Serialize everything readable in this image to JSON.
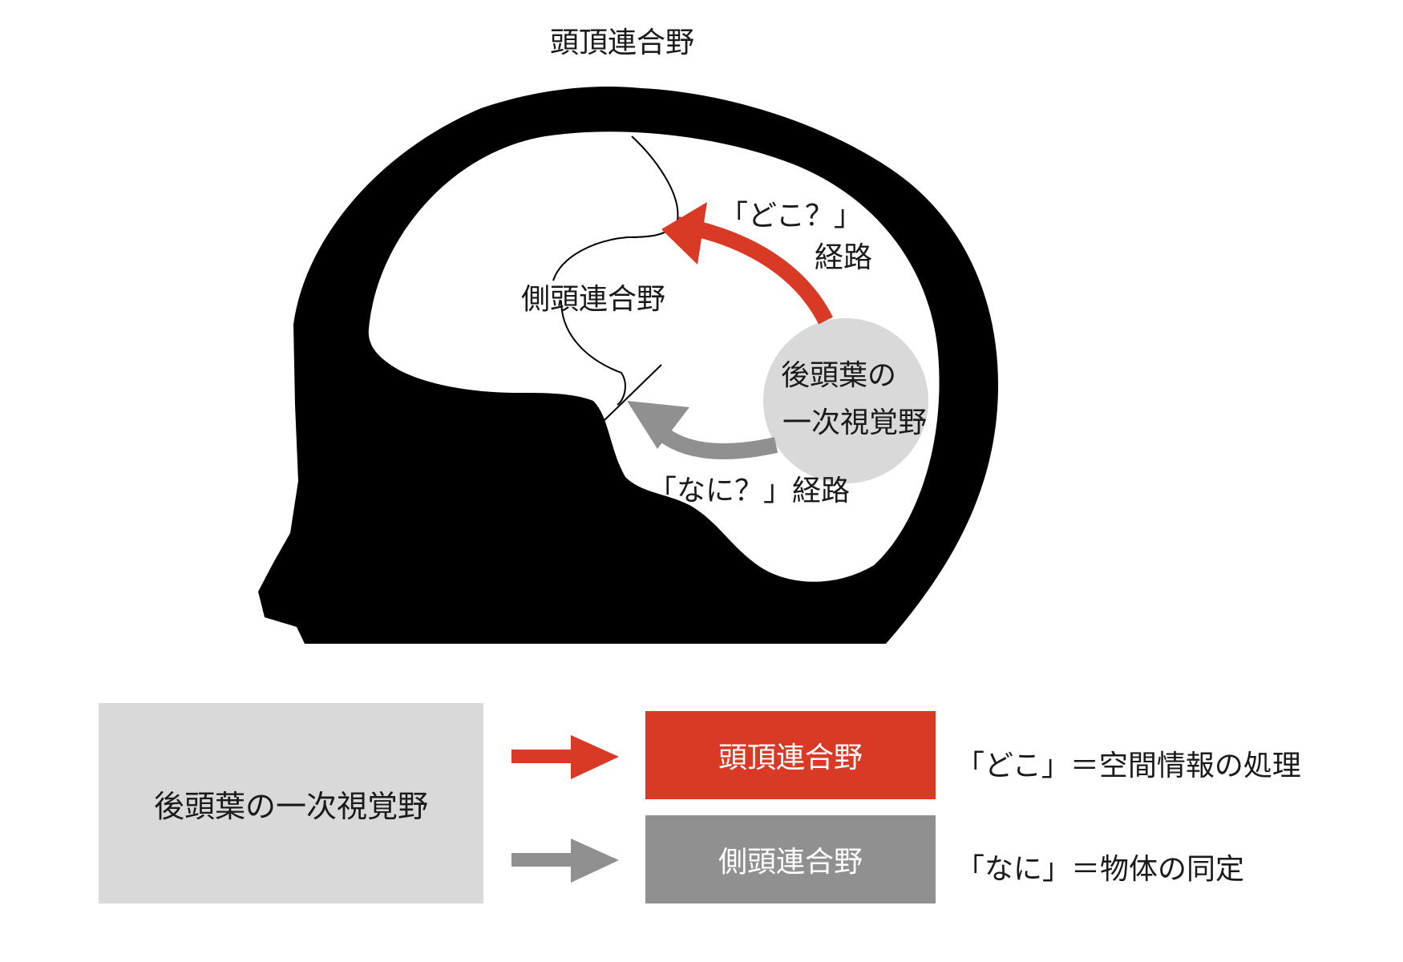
{
  "labels": {
    "parietal_top": "頭頂連合野",
    "temporal": "側頭連合野",
    "occipital_line1": "後頭葉の",
    "occipital_line2": "一次視覚野",
    "where_line1": "「どこ？」",
    "where_line2": "経路",
    "what_path": "「なに？」経路"
  },
  "legend": {
    "source": "後頭葉の一次視覚野",
    "rows": [
      {
        "target": "頭頂連合野",
        "description": "「どこ」＝空間情報の処理",
        "color": "#d93a26"
      },
      {
        "target": "側頭連合野",
        "description": "「なに」＝物体の同定",
        "color": "#909090"
      }
    ]
  },
  "colors": {
    "head": "#000000",
    "brain": "#ffffff",
    "visual_cortex": "#d9d9d9",
    "where_arrow": "#d93a26",
    "what_arrow": "#909090"
  }
}
